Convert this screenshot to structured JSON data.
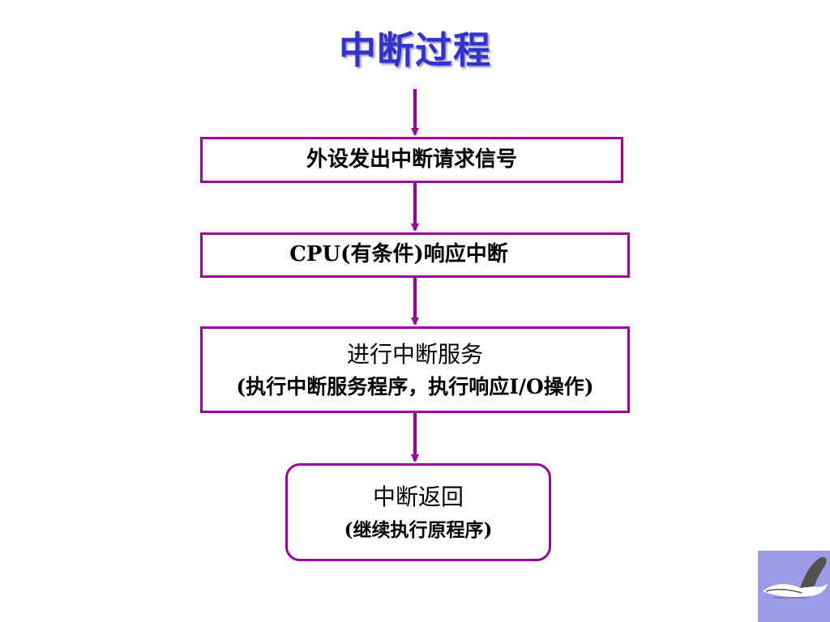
{
  "title": "中断过程",
  "steps": [
    {
      "line1": "外设发出中断请求信号"
    },
    {
      "line1": "CPU(有条件)响应中断"
    },
    {
      "line1": "进行中断服务",
      "line2": "(执行中断服务程序，执行响应I/O操作)"
    },
    {
      "line1": "中断返回",
      "line2": "(继续执行原程序)"
    }
  ],
  "colors": {
    "title": "#3333cc",
    "border": "#990099",
    "arrow": "#990099",
    "logo_bg": "#9a9ce8"
  },
  "logo": {
    "icon": "swan-icon"
  }
}
